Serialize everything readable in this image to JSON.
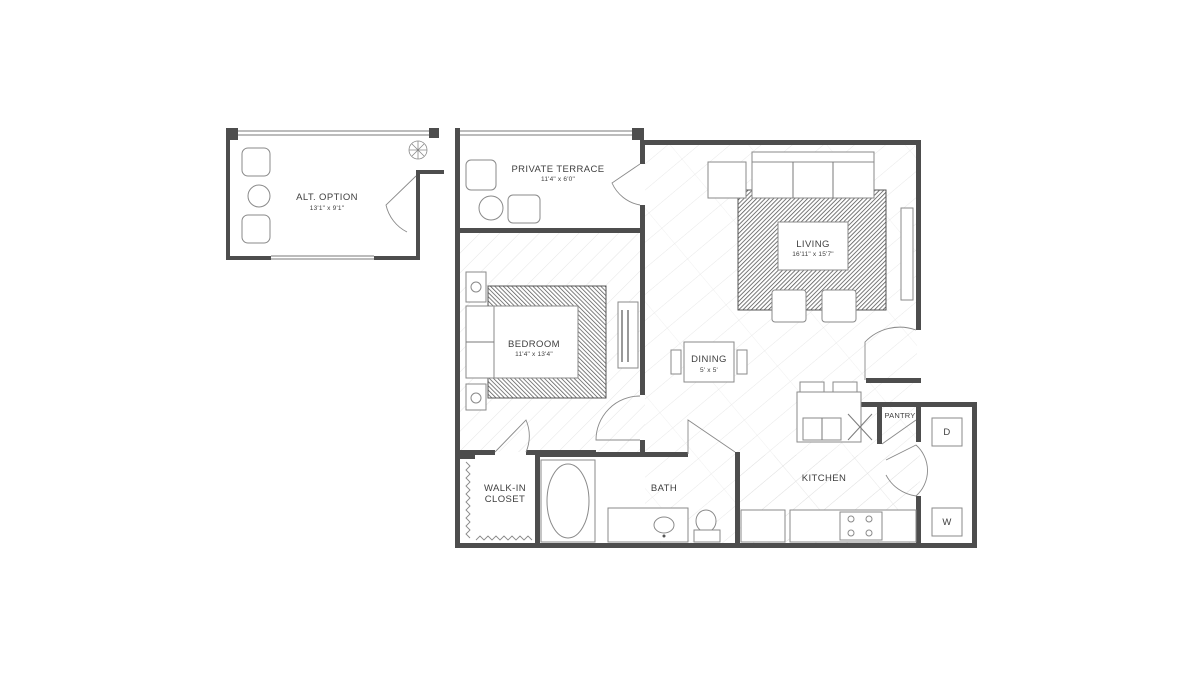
{
  "plan": {
    "alt_option": {
      "name": "ALT. OPTION",
      "dims": "13'1\" x 9'1\""
    },
    "private_terrace": {
      "name": "PRIVATE TERRACE",
      "dims": "11'4\" x 6'0\""
    },
    "living": {
      "name": "LIVING",
      "dims": "16'11\" x 15'7\""
    },
    "bedroom": {
      "name": "BEDROOM",
      "dims": "11'4\" x 13'4\""
    },
    "dining": {
      "name": "DINING",
      "dims": "5' x 5'"
    },
    "walk_in_closet": {
      "line1": "WALK-IN",
      "line2": "CLOSET"
    },
    "bath": {
      "name": "BATH"
    },
    "kitchen": {
      "name": "KITCHEN"
    },
    "pantry": {
      "name": "PANTRY"
    },
    "dryer": {
      "label": "D"
    },
    "washer": {
      "label": "W"
    }
  },
  "colors": {
    "wall": "#4d4d4d",
    "rug": "#555555",
    "floor_hatch": "#d6d6d6",
    "label": "#3f3f3f"
  }
}
